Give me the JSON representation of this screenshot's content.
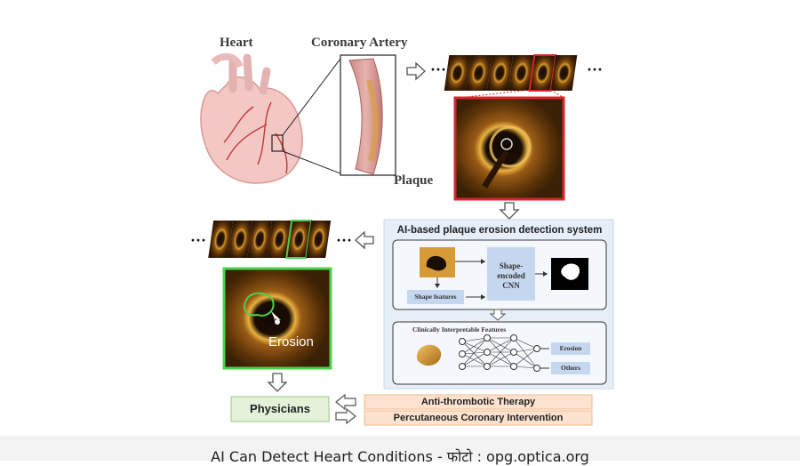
{
  "labels": {
    "heart": "Heart",
    "coronary_artery": "Coronary Artery",
    "plaque": "Plaque",
    "erosion": "Erosion",
    "physicians": "Physicians",
    "ellipsis": "···"
  },
  "system": {
    "title": "AI-based plaque erosion detection system",
    "cnn_label": "Shape-encoded CNN",
    "shape_features": "Shape features",
    "clinical_title": "Clinically Interpretable Features",
    "outputs": [
      "Erosion",
      "Others"
    ]
  },
  "therapies": [
    "Anti-thrombotic Therapy",
    "Percutaneous Coronary Intervention"
  ],
  "caption": "AI Can Detect Heart Conditions - फोटो : opg.optica.org",
  "colors": {
    "red": "#d9262b",
    "green": "#4bd14b",
    "panel": "#e6eef8",
    "therapy": "#fde3cf",
    "physicians": "#e3f2d9"
  }
}
